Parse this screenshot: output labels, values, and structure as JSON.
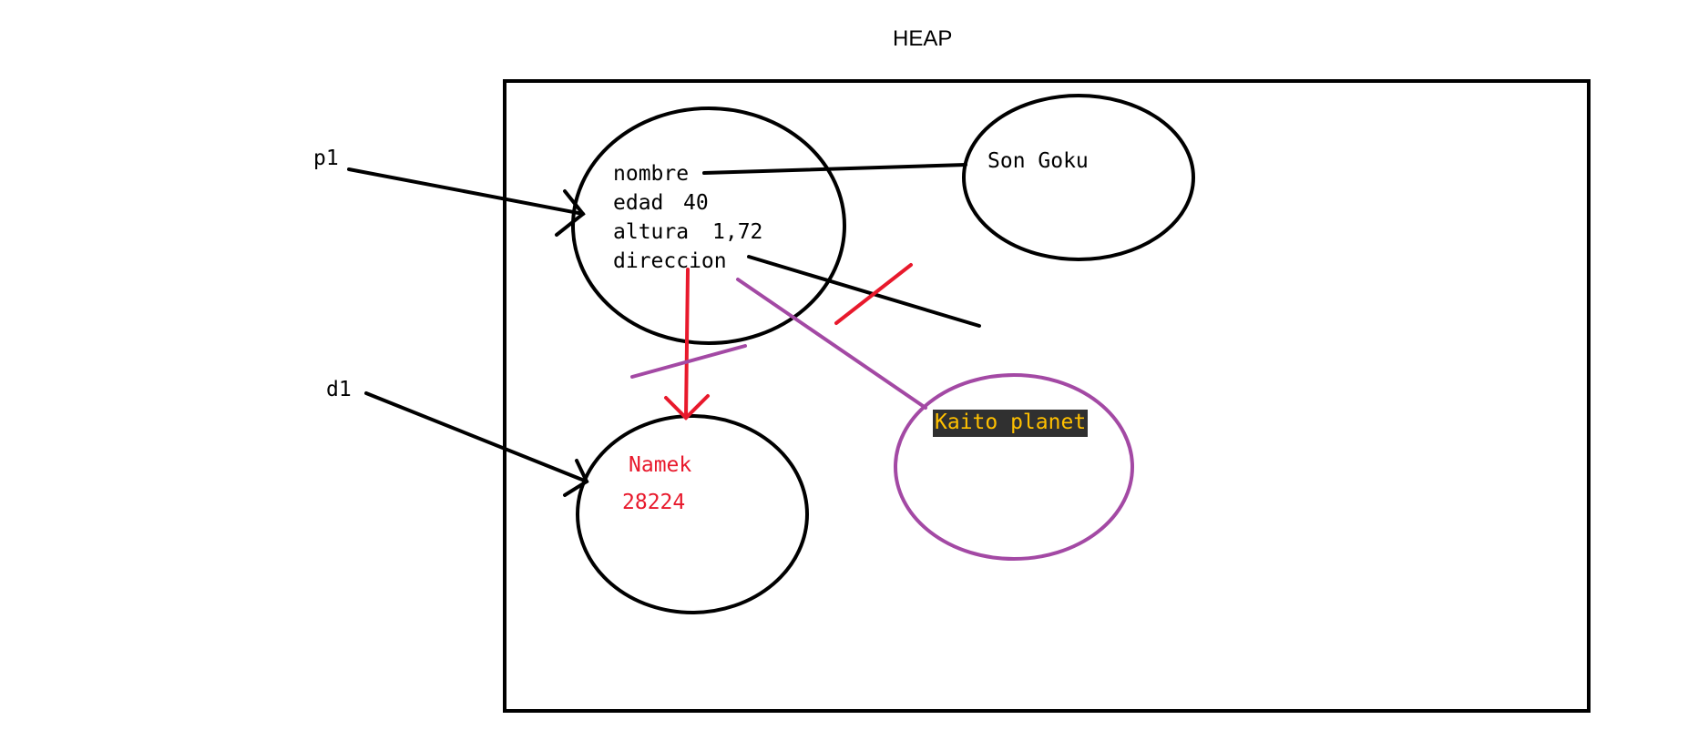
{
  "heap": {
    "title": "HEAP"
  },
  "references": {
    "p1": "p1",
    "d1": "d1"
  },
  "persona": {
    "field_nombre": "nombre",
    "field_edad": "edad",
    "value_edad": "40",
    "field_altura": "altura",
    "value_altura": "1,72",
    "field_direccion": "direccion"
  },
  "string_object": {
    "value": "Son Goku"
  },
  "direccion_object": {
    "line1": "Namek",
    "line2": "28224"
  },
  "kaito_object": {
    "value": "Kaito planet"
  },
  "colors": {
    "ink": "#000000",
    "red": "#e8192c",
    "purple": "#a349a4",
    "highlight_bg": "#303030",
    "highlight_text": "#ffc000"
  }
}
